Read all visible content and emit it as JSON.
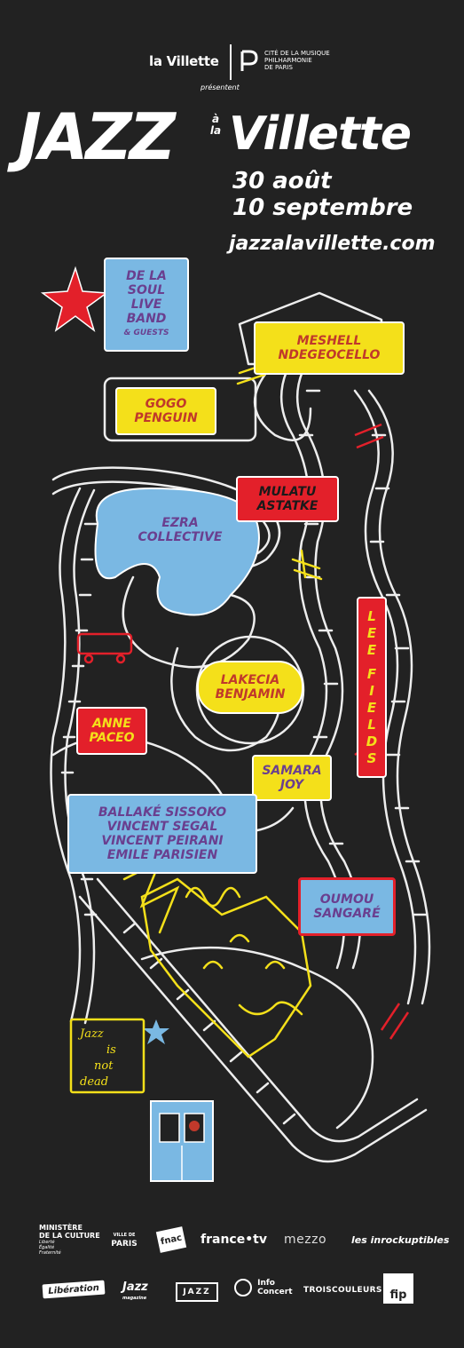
{
  "header": {
    "la_villette": "la Villette",
    "philharmonie": [
      "CITÉ DE LA MUSIQUE",
      "PHILHARMONIE",
      "DE PARIS"
    ],
    "presentent": "présentent",
    "title_jazz": "JAZZ",
    "title_a": "à",
    "title_la": "la",
    "title_villette": "Villette",
    "date_1": "30 août",
    "date_2": "10 septembre",
    "url": "jazzalavillette.com"
  },
  "artists": {
    "de_la_soul": [
      "DE LA",
      "SOUL",
      "LIVE",
      "BAND",
      "& GUESTS"
    ],
    "meshell": [
      "MESHELL",
      "NDEGEOCELLO"
    ],
    "gogo": [
      "GOGO",
      "PENGUIN"
    ],
    "mulatu": [
      "MULATU",
      "ASTATKE"
    ],
    "ezra": [
      "EZRA",
      "COLLECTIVE"
    ],
    "lee_fields": [
      "L",
      "E",
      "E",
      "",
      "F",
      "I",
      "E",
      "L",
      "D",
      "S"
    ],
    "lakecia": [
      "LAKECIA",
      "BENJAMIN"
    ],
    "anne": [
      "ANNE",
      "PACEO"
    ],
    "samara": [
      "SAMARA",
      "JOY"
    ],
    "ballake": [
      "BALLAKÉ SISSOKO",
      "VINCENT SEGAL",
      "VINCENT PEIRANI",
      "EMILE PARISIEN"
    ],
    "oumou": [
      "OUMOU",
      "SANGARÉ"
    ]
  },
  "sign_text": [
    "Jazz",
    "is",
    "not",
    "dead"
  ],
  "sponsors": {
    "ministere": [
      "MINISTÈRE",
      "DE LA CULTURE"
    ],
    "ministere_motto": [
      "Liberté",
      "Égalité",
      "Fraternité"
    ],
    "ville_paris": [
      "VILLE DE",
      "PARIS"
    ],
    "fnac": "fnac",
    "france_tv": "france•tv",
    "mezzo": "mezzo",
    "inrocks": "les inrockuptibles",
    "liberation": "Libération",
    "jazz_mag": "Jazz",
    "jazz_mag_sub": "magazine",
    "jjazz": "JAZZ",
    "infoconcert": [
      "Info",
      "Concert"
    ],
    "troiscouleurs": "TROISCOULEURS",
    "fip": "fip"
  },
  "colors": {
    "background": "#222222",
    "blue": "#7ab8e3",
    "yellow": "#f4e01a",
    "red": "#e3202a",
    "purple": "#6a3f8f"
  }
}
